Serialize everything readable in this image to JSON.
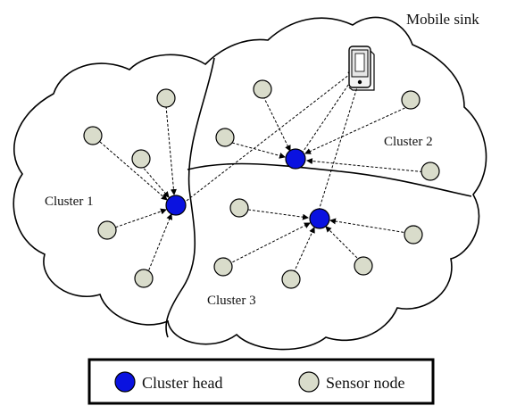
{
  "diagram": {
    "mobile_sink_label": "Mobile sink",
    "clusters": [
      "Cluster 1",
      "Cluster 2",
      "Cluster 3"
    ]
  },
  "legend": {
    "cluster_head_label": "Cluster head",
    "sensor_node_label": "Sensor node"
  },
  "colors": {
    "cluster_head": "#0a12e0",
    "sensor_node": "#d9dccb",
    "outline": "#000000"
  }
}
